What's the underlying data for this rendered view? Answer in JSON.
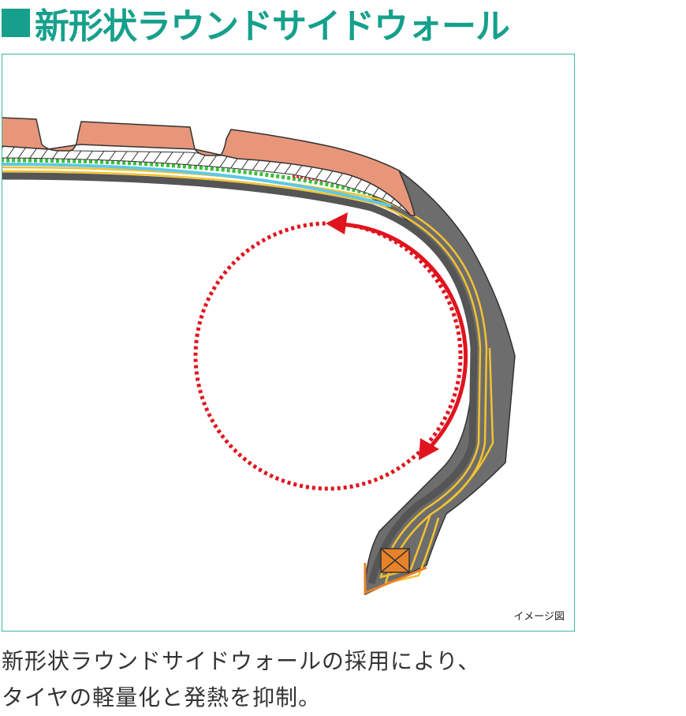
{
  "title": "新形状ラウンドサイドウォール",
  "diagram": {
    "note": "イメージ図",
    "colors": {
      "accent": "#16a08c",
      "tread": "#e8967a",
      "rubber": "#6d6d6d",
      "ply": "#f2c230",
      "bead": "#e8822a",
      "arrow": "#e0141e"
    }
  },
  "caption": {
    "line1": "新形状ラウンドサイドウォールの採用により、",
    "line2": "タイヤの軽量化と発熱を抑制。"
  }
}
